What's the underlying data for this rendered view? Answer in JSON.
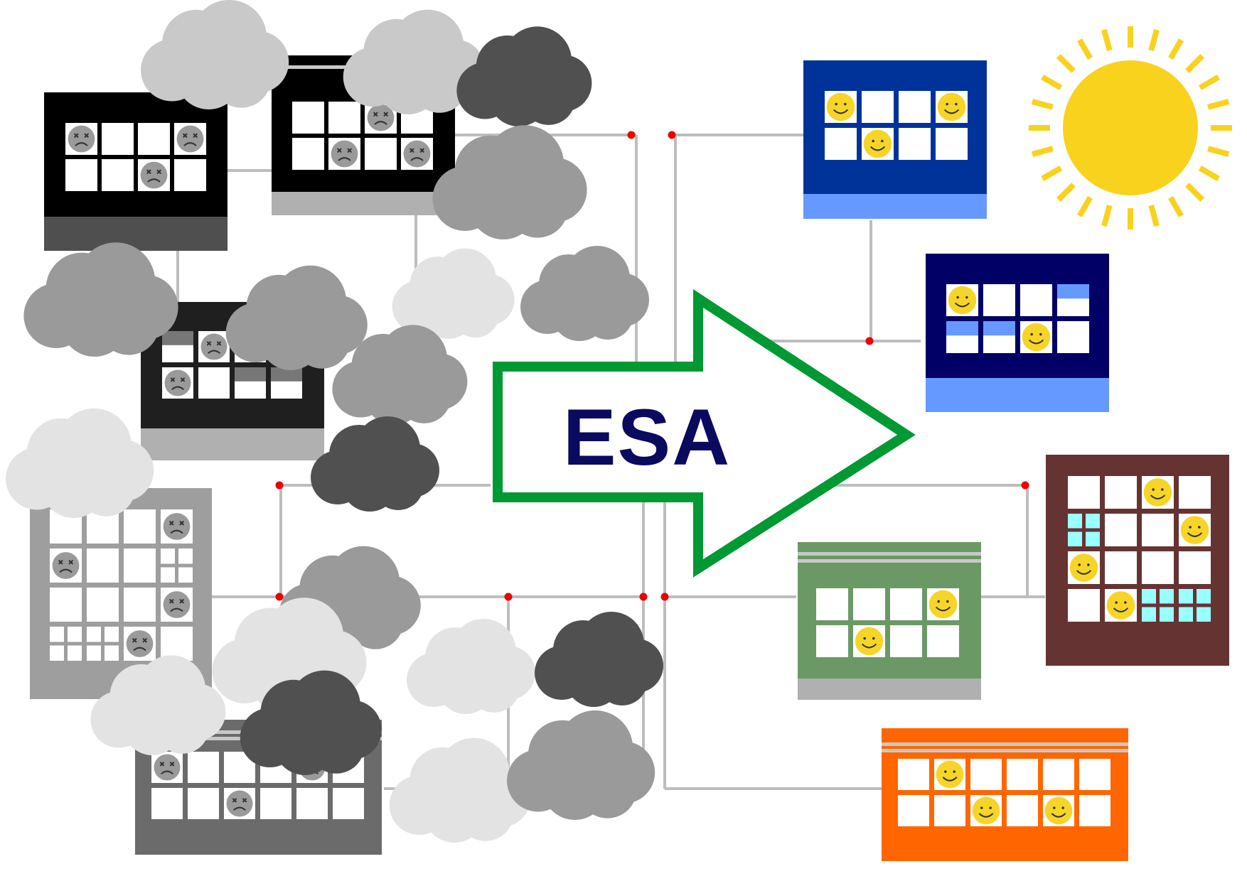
{
  "arrow": {
    "label": "ESA",
    "stroke_color": "#009933",
    "text_color": "#0a0a5f"
  },
  "palette": {
    "grid_line": "#bdbdbd",
    "junction_dot": "#ee0000",
    "sun": "#f9d21e",
    "happy_face": "#f7d528",
    "sad_face": "#9a9a9a",
    "window": "#ffffff"
  },
  "clouds": {
    "light": "#e3e3e3",
    "mid": "#c9c9c9",
    "grey": "#9a9a9a",
    "dark": "#505050"
  },
  "buildings_before": [
    {
      "id": "before-1",
      "body": "#000000",
      "base": "#4f4f4f",
      "face": "sad"
    },
    {
      "id": "before-2",
      "body": "#000000",
      "base": "#b0b0b0",
      "face": "sad"
    },
    {
      "id": "before-3",
      "body": "#1f1f1f",
      "base": "#b0b0b0",
      "face": "sad"
    },
    {
      "id": "before-4",
      "body": "#9e9e9e",
      "base": "#9e9e9e",
      "face": "sad"
    },
    {
      "id": "before-5",
      "body": "#6b6b6b",
      "base": "#6b6b6b",
      "face": "sad"
    }
  ],
  "buildings_after": [
    {
      "id": "after-1",
      "body": "#003399",
      "base": "#6699ff",
      "face": "happy"
    },
    {
      "id": "after-2",
      "body": "#000066",
      "base": "#6699ff",
      "face": "happy"
    },
    {
      "id": "after-3",
      "body": "#6a9966",
      "base": "#b0b0b0",
      "face": "happy"
    },
    {
      "id": "after-4",
      "body": "#663333",
      "base": "#663333",
      "face": "happy"
    },
    {
      "id": "after-5",
      "body": "#ff6600",
      "base": "#ff6600",
      "face": "happy"
    }
  ],
  "sun": {
    "name": "sun-icon"
  }
}
